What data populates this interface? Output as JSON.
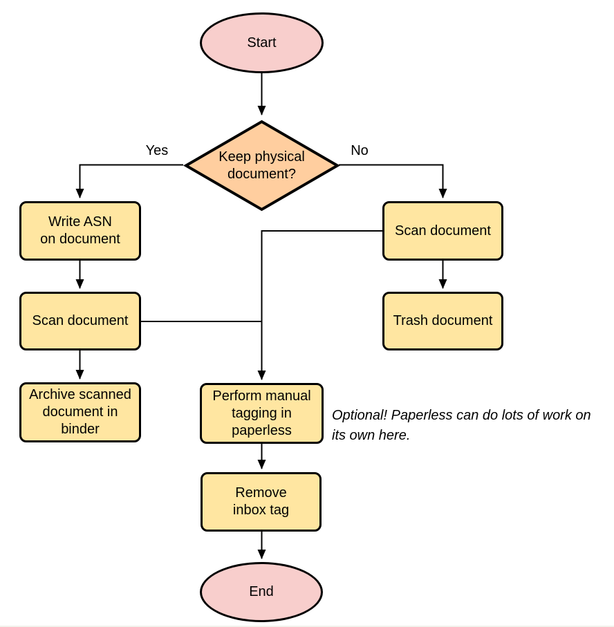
{
  "diagram": {
    "type": "flowchart",
    "nodes": {
      "start": {
        "label": "Start",
        "shape": "ellipse"
      },
      "decision": {
        "label": "Keep physical\ndocument?",
        "shape": "diamond"
      },
      "write_asn": {
        "label": "Write ASN\non document",
        "shape": "process"
      },
      "scan_left": {
        "label": "Scan document",
        "shape": "process"
      },
      "archive": {
        "label": "Archive scanned\ndocument in\nbinder",
        "shape": "process"
      },
      "scan_right": {
        "label": "Scan document",
        "shape": "process"
      },
      "trash": {
        "label": "Trash document",
        "shape": "process"
      },
      "perform_tagging": {
        "label": "Perform manual\ntagging in\npaperless",
        "shape": "process"
      },
      "remove_inbox_tag": {
        "label": "Remove\ninbox tag",
        "shape": "process"
      },
      "end": {
        "label": "End",
        "shape": "ellipse"
      }
    },
    "edge_labels": {
      "yes": "Yes",
      "no": "No"
    },
    "edges": [
      {
        "from": "start",
        "to": "decision",
        "label": ""
      },
      {
        "from": "decision",
        "to": "write_asn",
        "label": "Yes"
      },
      {
        "from": "decision",
        "to": "scan_right",
        "label": "No"
      },
      {
        "from": "write_asn",
        "to": "scan_left",
        "label": ""
      },
      {
        "from": "scan_left",
        "to": "archive",
        "label": ""
      },
      {
        "from": "scan_right",
        "to": "trash",
        "label": ""
      },
      {
        "from": "scan_right",
        "to": "perform_tagging",
        "label": ""
      },
      {
        "from": "scan_left",
        "to": "perform_tagging",
        "label": ""
      },
      {
        "from": "perform_tagging",
        "to": "remove_inbox_tag",
        "label": ""
      },
      {
        "from": "remove_inbox_tag",
        "to": "end",
        "label": ""
      }
    ],
    "annotation": {
      "line1": "Optional! Paperless can do lots of work on",
      "line2": "its own here.",
      "full_text": "Optional! Paperless can do lots of work on its own here."
    },
    "colors": {
      "terminal_fill": "#f8cecc",
      "decision_fill": "#ffce9f",
      "process_fill": "#ffe6a1",
      "stroke": "#000000",
      "background": "#ffffff"
    }
  }
}
